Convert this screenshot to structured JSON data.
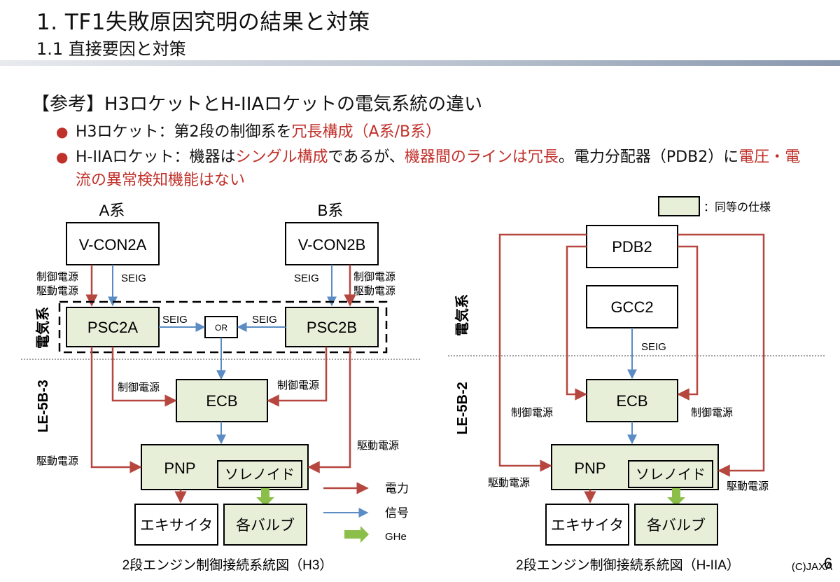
{
  "header": {
    "title": "1. TF1失敗原因究明の結果と対策",
    "subtitle": "1.1 直接要因と対策"
  },
  "reference": {
    "heading": "【参考】H3ロケットとH-IIAロケットの電気系統の違い",
    "bullet1": {
      "a": "H3ロケット：第2段の制御系を",
      "b": "冗長構成（A系/B系）"
    },
    "bullet2": {
      "a": "H-IIAロケット：機器は",
      "b": "シングル構成",
      "c": "であるが、",
      "d": "機器間のラインは冗長",
      "e": "。電力分配器（PDB2）に",
      "f": "電圧・電流の異常検知機能はない"
    }
  },
  "h3": {
    "sys_a": "A系",
    "sys_b": "B系",
    "vcon_a": "V-CON2A",
    "vcon_b": "V-CON2B",
    "psc_a": "PSC2A",
    "psc_b": "PSC2B",
    "or_gate": "OR",
    "ecb": "ECB",
    "pnp": "PNP",
    "solenoid": "ソレノイド",
    "exciter": "エキサイタ",
    "valves": "各バルブ",
    "seig": "SEIG",
    "ctrl_power": "制御電源",
    "drive_power": "駆動電源",
    "electrical": "電気系",
    "engine": "LE-5B-3",
    "caption": "2段エンジン制御接続系統図（H3）"
  },
  "h2a": {
    "pdb2": "PDB2",
    "gcc2": "GCC2",
    "ecb": "ECB",
    "pnp": "PNP",
    "solenoid": "ソレノイド",
    "exciter": "エキサイタ",
    "valves": "各バルブ",
    "seig": "SEIG",
    "ctrl_power": "制御電源",
    "drive_power": "駆動電源",
    "electrical": "電気系",
    "engine": "LE-5B-2",
    "caption": "2段エンジン制御接続系統図（H-IIA）"
  },
  "legend": {
    "same_spec": "：同等の仕様",
    "power": "電力",
    "signal": "信号",
    "ghe": "GHe"
  },
  "footer": {
    "copyright": "(C)JAXA",
    "page_number": "6"
  },
  "colors": {
    "power_line": "#b5473f",
    "signal_line": "#5b8cc4",
    "ghe_arrow": "#8cbf4a",
    "same_spec_fill": "#e8efd9",
    "bullet_red": "#c0312b"
  }
}
